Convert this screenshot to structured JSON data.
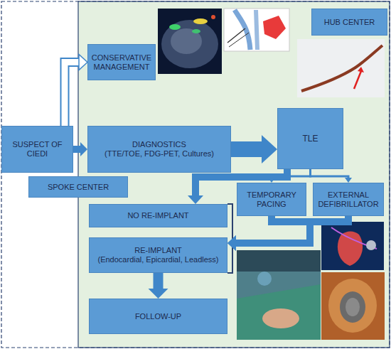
{
  "diagram": {
    "nodes": [
      {
        "text": [
          "HUB CENTER"
        ]
      },
      {
        "text": [
          "CONSERVATIVE MANAGEMENT"
        ]
      },
      {
        "text": [
          "SUSPECT OF CIEDI"
        ]
      },
      {
        "text": [
          "DIAGNOSTICS",
          "(TTE/TOE, FDG-PET, Cultures)"
        ]
      },
      {
        "text": [
          "TLE"
        ]
      },
      {
        "text": [
          "SPOKE CENTER"
        ]
      },
      {
        "text": [
          "TEMPORARY PACING"
        ]
      },
      {
        "text": [
          "EXTERNAL DEFIBRILLATOR"
        ]
      },
      {
        "text": [
          "NO RE-IMPLANT"
        ]
      },
      {
        "text": [
          "RE-IMPLANT",
          "(Endocardial, Epicardial, Leadless)"
        ]
      },
      {
        "text": [
          "FOLLOW-UP"
        ]
      }
    ],
    "edges": [
      {
        "from": 2,
        "to": 1,
        "arrow": "to"
      },
      {
        "from": 2,
        "to": 3,
        "arrow": "to"
      },
      {
        "from": 3,
        "to": 4,
        "arrow": "to"
      },
      {
        "from": 4,
        "to": 8,
        "arrow": "to"
      },
      {
        "from": 4,
        "to": 6,
        "arrow": "to"
      },
      {
        "from": 4,
        "to": 7,
        "arrow": "to"
      },
      {
        "from": 6,
        "to": 9,
        "arrow": "to"
      },
      {
        "from": 7,
        "to": 9,
        "arrow": "to"
      },
      {
        "from": 9,
        "to": 10,
        "arrow": "to"
      }
    ]
  }
}
